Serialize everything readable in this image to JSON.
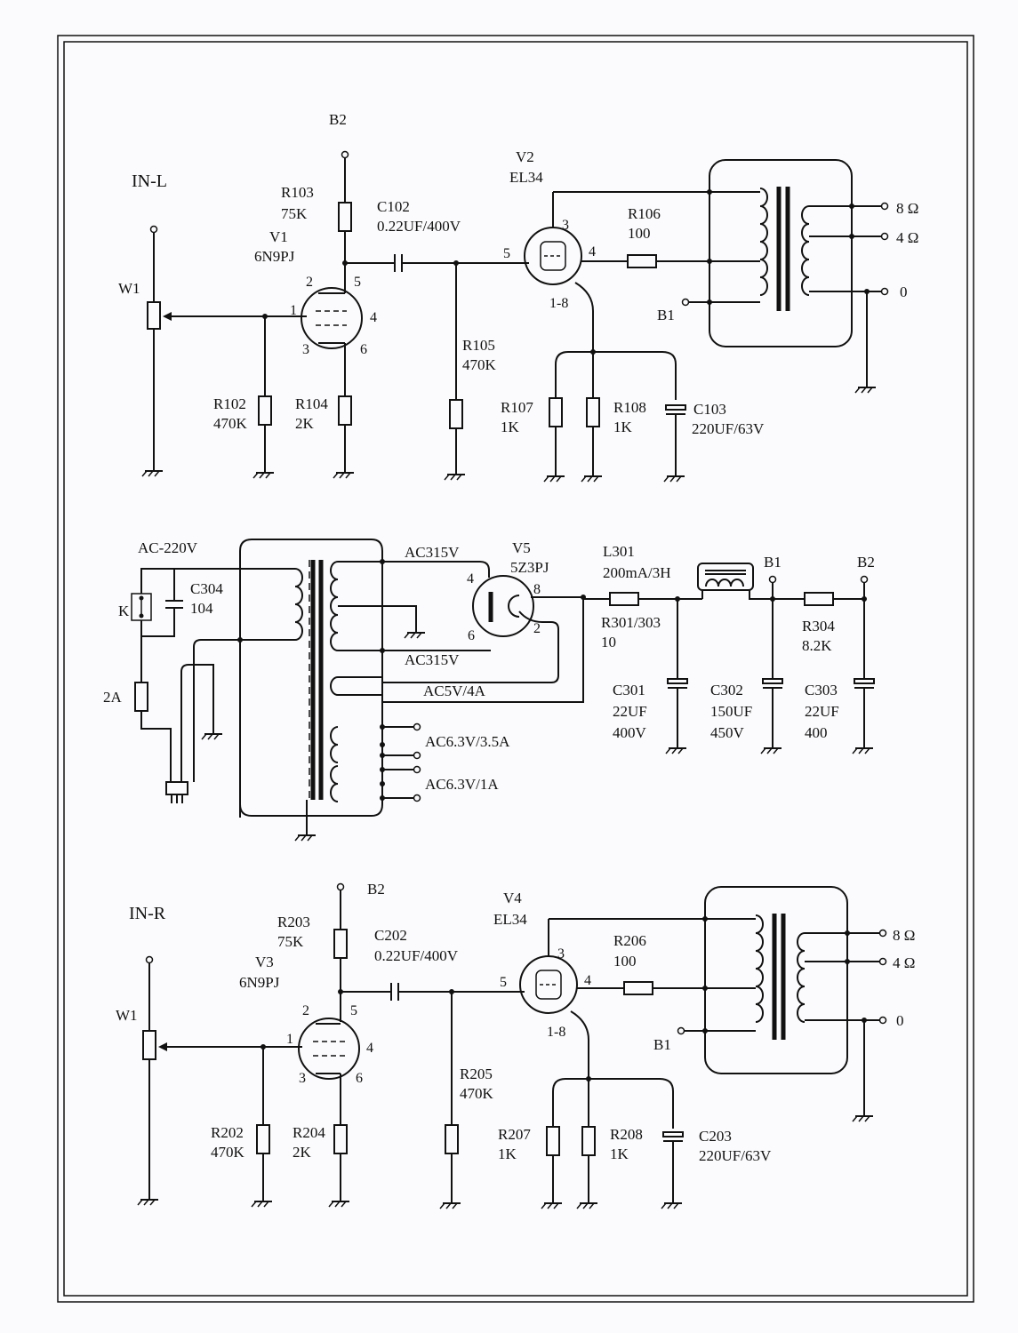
{
  "left": {
    "in": "IN-L",
    "w": "W1",
    "b2": "B2",
    "b1": "B1",
    "r103": [
      "R103",
      "75K"
    ],
    "v1": [
      "V1",
      "6N9PJ"
    ],
    "c102": [
      "C102",
      "0.22UF/400V"
    ],
    "v2": [
      "V2",
      "EL34"
    ],
    "r106": [
      "R106",
      "100"
    ],
    "r105": [
      "R105",
      "470K"
    ],
    "r102": [
      "R102",
      "470K"
    ],
    "r104": [
      "R104",
      "2K"
    ],
    "r107": [
      "R107",
      "1K"
    ],
    "r108": [
      "R108",
      "1K"
    ],
    "c103": [
      "C103",
      "220UF/63V"
    ],
    "pins": {
      "p1": "1",
      "p2": "2",
      "p3": "3",
      "p4": "4",
      "p5": "5",
      "p6": "6",
      "v_p3": "3",
      "v_p4": "4",
      "v_p5": "5",
      "v_p18": "1-8"
    },
    "out": [
      "8 Ω",
      "4 Ω",
      "0"
    ]
  },
  "power": {
    "ac": "AC-220V",
    "k": "K",
    "c304": [
      "C304",
      "104"
    ],
    "fuse": "2A",
    "sec": [
      "AC315V",
      "AC315V",
      "AC5V/4A",
      "AC6.3V/3.5A",
      "AC6.3V/1A"
    ],
    "v5": [
      "V5",
      "5Z3PJ"
    ],
    "pins": {
      "p4": "4",
      "p6": "6",
      "p8": "8",
      "p2": "2"
    },
    "l301": [
      "L301",
      "200mA/3H"
    ],
    "r301": [
      "R301/303",
      "10"
    ],
    "b1": "B1",
    "b2": "B2",
    "r304": [
      "R304",
      "8.2K"
    ],
    "c301": [
      "C301",
      "22UF",
      "400V"
    ],
    "c302": [
      "C302",
      "150UF",
      "450V"
    ],
    "c303": [
      "C303",
      "22UF",
      "400"
    ]
  },
  "right": {
    "in": "IN-R",
    "w": "W1",
    "b2": "B2",
    "b1": "B1",
    "r203": [
      "R203",
      "75K"
    ],
    "v3": [
      "V3",
      "6N9PJ"
    ],
    "c202": [
      "C202",
      "0.22UF/400V"
    ],
    "v4": [
      "V4",
      "EL34"
    ],
    "r206": [
      "R206",
      "100"
    ],
    "r205": [
      "R205",
      "470K"
    ],
    "r202": [
      "R202",
      "470K"
    ],
    "r204": [
      "R204",
      "2K"
    ],
    "r207": [
      "R207",
      "1K"
    ],
    "r208": [
      "R208",
      "1K"
    ],
    "c203": [
      "C203",
      "220UF/63V"
    ],
    "pins": {
      "p1": "1",
      "p2": "2",
      "p3": "3",
      "p4": "4",
      "p5": "5",
      "p6": "6",
      "v_p3": "3",
      "v_p4": "4",
      "v_p5": "5",
      "v_p18": "1-8"
    },
    "out": [
      "8 Ω",
      "4 Ω",
      "0"
    ]
  }
}
